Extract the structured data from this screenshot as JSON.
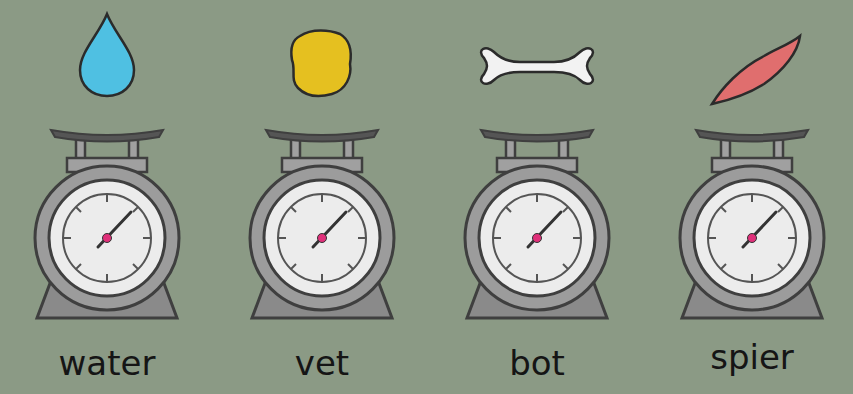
{
  "diagram": {
    "labels": [
      "water",
      "vet",
      "bot",
      "spier"
    ]
  }
}
